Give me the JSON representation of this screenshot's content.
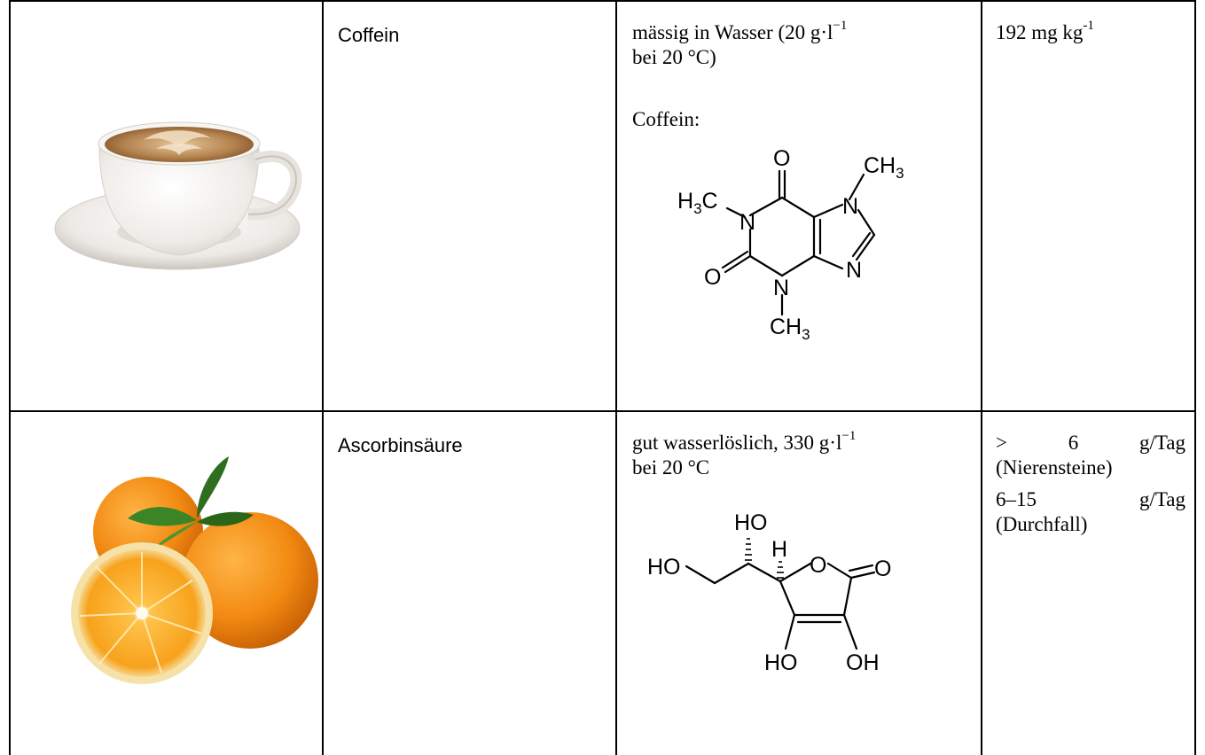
{
  "rows": [
    {
      "image_icon": "coffee-cup-icon",
      "name": "Coffein",
      "solubility": {
        "text_main": "mässig in Wasser (20 g·l",
        "text_sup": "−1",
        "text_end": "bei 20 °C)",
        "sublabel": "Coffein:"
      },
      "structure_atoms": {
        "o_top": "O",
        "ch3_top": "CH",
        "ch3_top_sub": "3",
        "h3c_left": "H",
        "h3c_left_sub": "3",
        "h3c_left_c": "C",
        "n1": "N",
        "n7": "N",
        "n9": "N",
        "n3": "N",
        "o_left": "O",
        "ch3_bottom": "CH",
        "ch3_bottom_sub": "3"
      },
      "toxicity": {
        "value": "192 mg kg",
        "sup": "-1"
      }
    },
    {
      "image_icon": "oranges-icon",
      "name": "Ascorbinsäure",
      "solubility": {
        "text_main": " gut wasserlöslich, 330 g·l",
        "text_sup": "−1",
        "text_end": "bei 20 °C"
      },
      "structure_atoms": {
        "ho_top": "HO",
        "h_top": "H",
        "ho_left": "HO",
        "o_ring": "O",
        "o_carbonyl": "O",
        "ho_bottom": "HO",
        "oh_bottom": "OH"
      },
      "toxicity": {
        "line1": ">      6      g/Tag",
        "line2": "(Nierensteine)",
        "line3": "6–15       g/Tag",
        "line4": "(Durchfall)"
      }
    }
  ],
  "colors": {
    "border": "#000000",
    "cup": "#f4f2ef",
    "coffee": "#b07a43",
    "orange": "#f28a12",
    "leaf": "#2f6e1f"
  }
}
